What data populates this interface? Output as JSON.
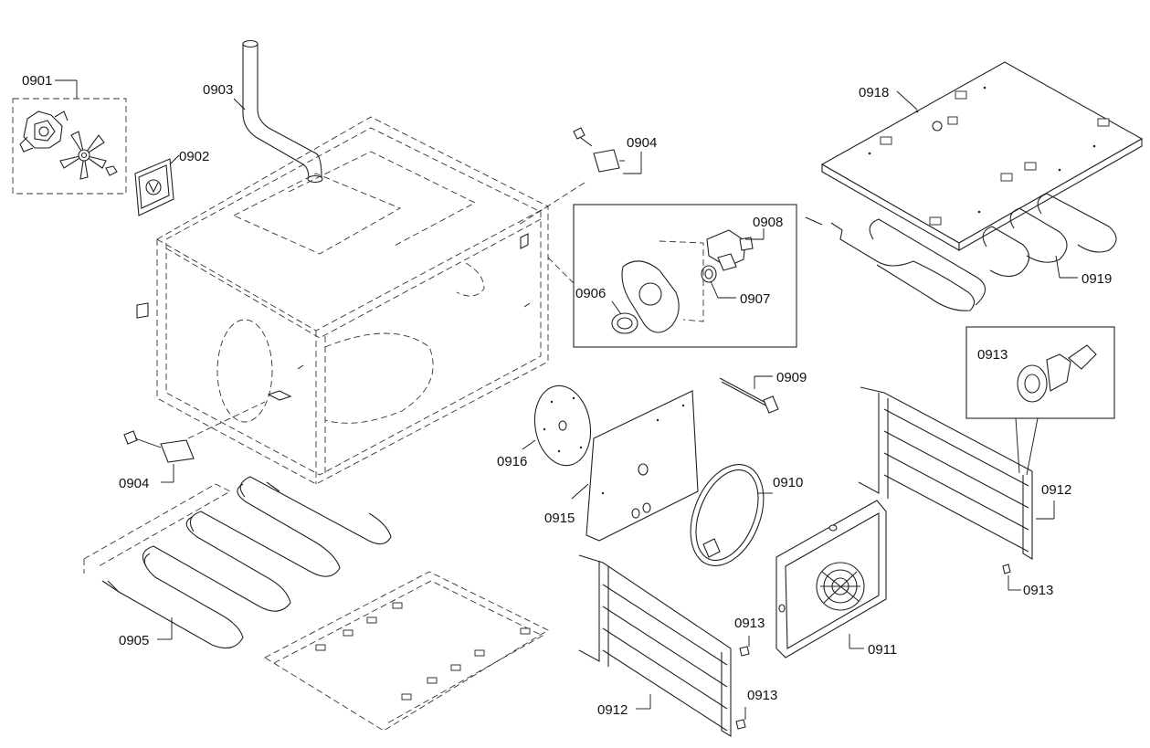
{
  "part_labels": [
    {
      "id": "p0901",
      "text": "0901"
    },
    {
      "id": "p0902",
      "text": "0902"
    },
    {
      "id": "p0903",
      "text": "0903"
    },
    {
      "id": "p0904a",
      "text": "0904"
    },
    {
      "id": "p0904b",
      "text": "0904"
    },
    {
      "id": "p0905",
      "text": "0905"
    },
    {
      "id": "p0906",
      "text": "0906"
    },
    {
      "id": "p0907",
      "text": "0907"
    },
    {
      "id": "p0908",
      "text": "0908"
    },
    {
      "id": "p0909",
      "text": "0909"
    },
    {
      "id": "p0910",
      "text": "0910"
    },
    {
      "id": "p0911",
      "text": "0911"
    },
    {
      "id": "p0912a",
      "text": "0912"
    },
    {
      "id": "p0912b",
      "text": "0912"
    },
    {
      "id": "p0913a",
      "text": "0913"
    },
    {
      "id": "p0913b",
      "text": "0913"
    },
    {
      "id": "p0913c",
      "text": "0913"
    },
    {
      "id": "p0913d",
      "text": "0913"
    },
    {
      "id": "p0915",
      "text": "0915"
    },
    {
      "id": "p0916",
      "text": "0916"
    },
    {
      "id": "p0918",
      "text": "0918"
    },
    {
      "id": "p0919",
      "text": "0919"
    }
  ]
}
